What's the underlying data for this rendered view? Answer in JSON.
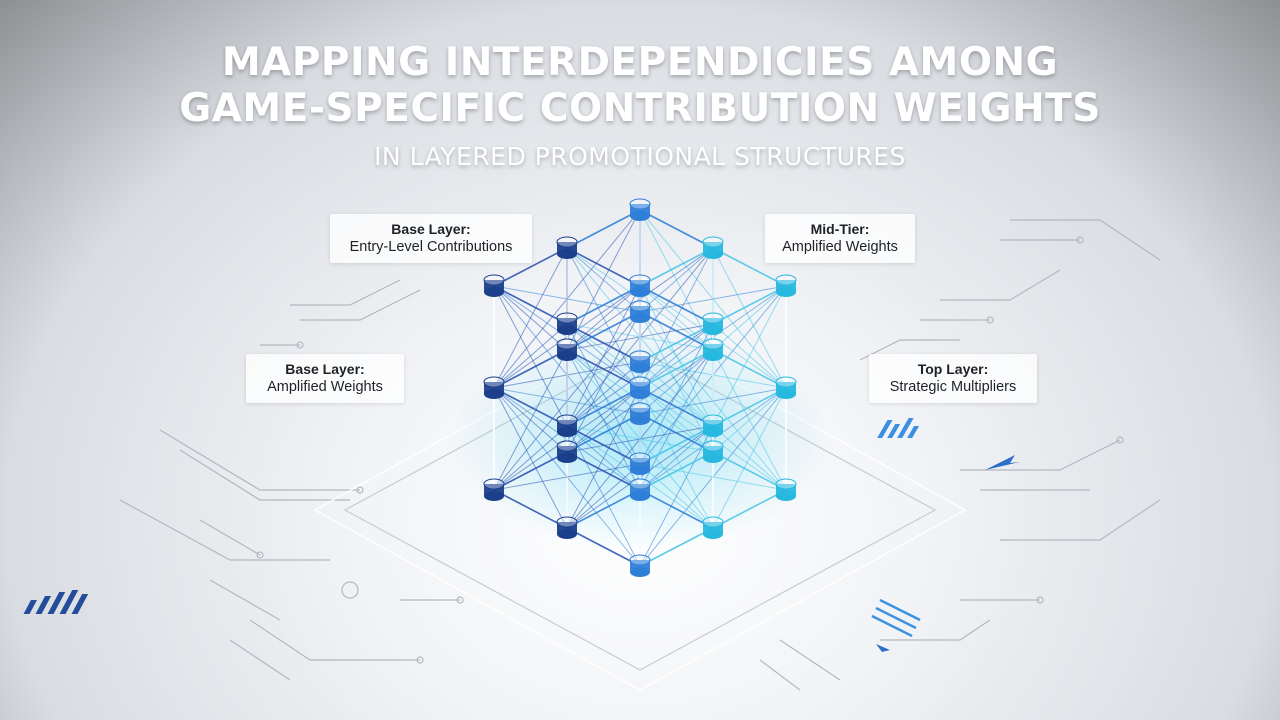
{
  "header": {
    "title_line1": "MAPPING INTERDEPENDICIES AMONG",
    "title_line2": "GAME-SPECIFIC CONTRIBUTION WEIGHTS",
    "subtitle": "IN LAYERED PROMOTIONAL STRUCTURES"
  },
  "labels": {
    "base_entry": {
      "heading": "Base Layer:",
      "sub": "Entry-Level Contributions"
    },
    "base_amplified": {
      "heading": "Base Layer:",
      "sub": "Amplified Weights"
    },
    "mid_tier": {
      "heading": "Mid-Tier:",
      "sub": "Amplified Weights"
    },
    "top_layer": {
      "heading": "Top Layer:",
      "sub": "Strategic Multipliers"
    }
  },
  "colors": {
    "node_dark": "#1c3f8c",
    "node_mid": "#2f7fd8",
    "node_light": "#27b8df",
    "edge_dark": "#2c55b5",
    "edge_light": "#49c7e6",
    "circuit": "#b3b8c0"
  }
}
